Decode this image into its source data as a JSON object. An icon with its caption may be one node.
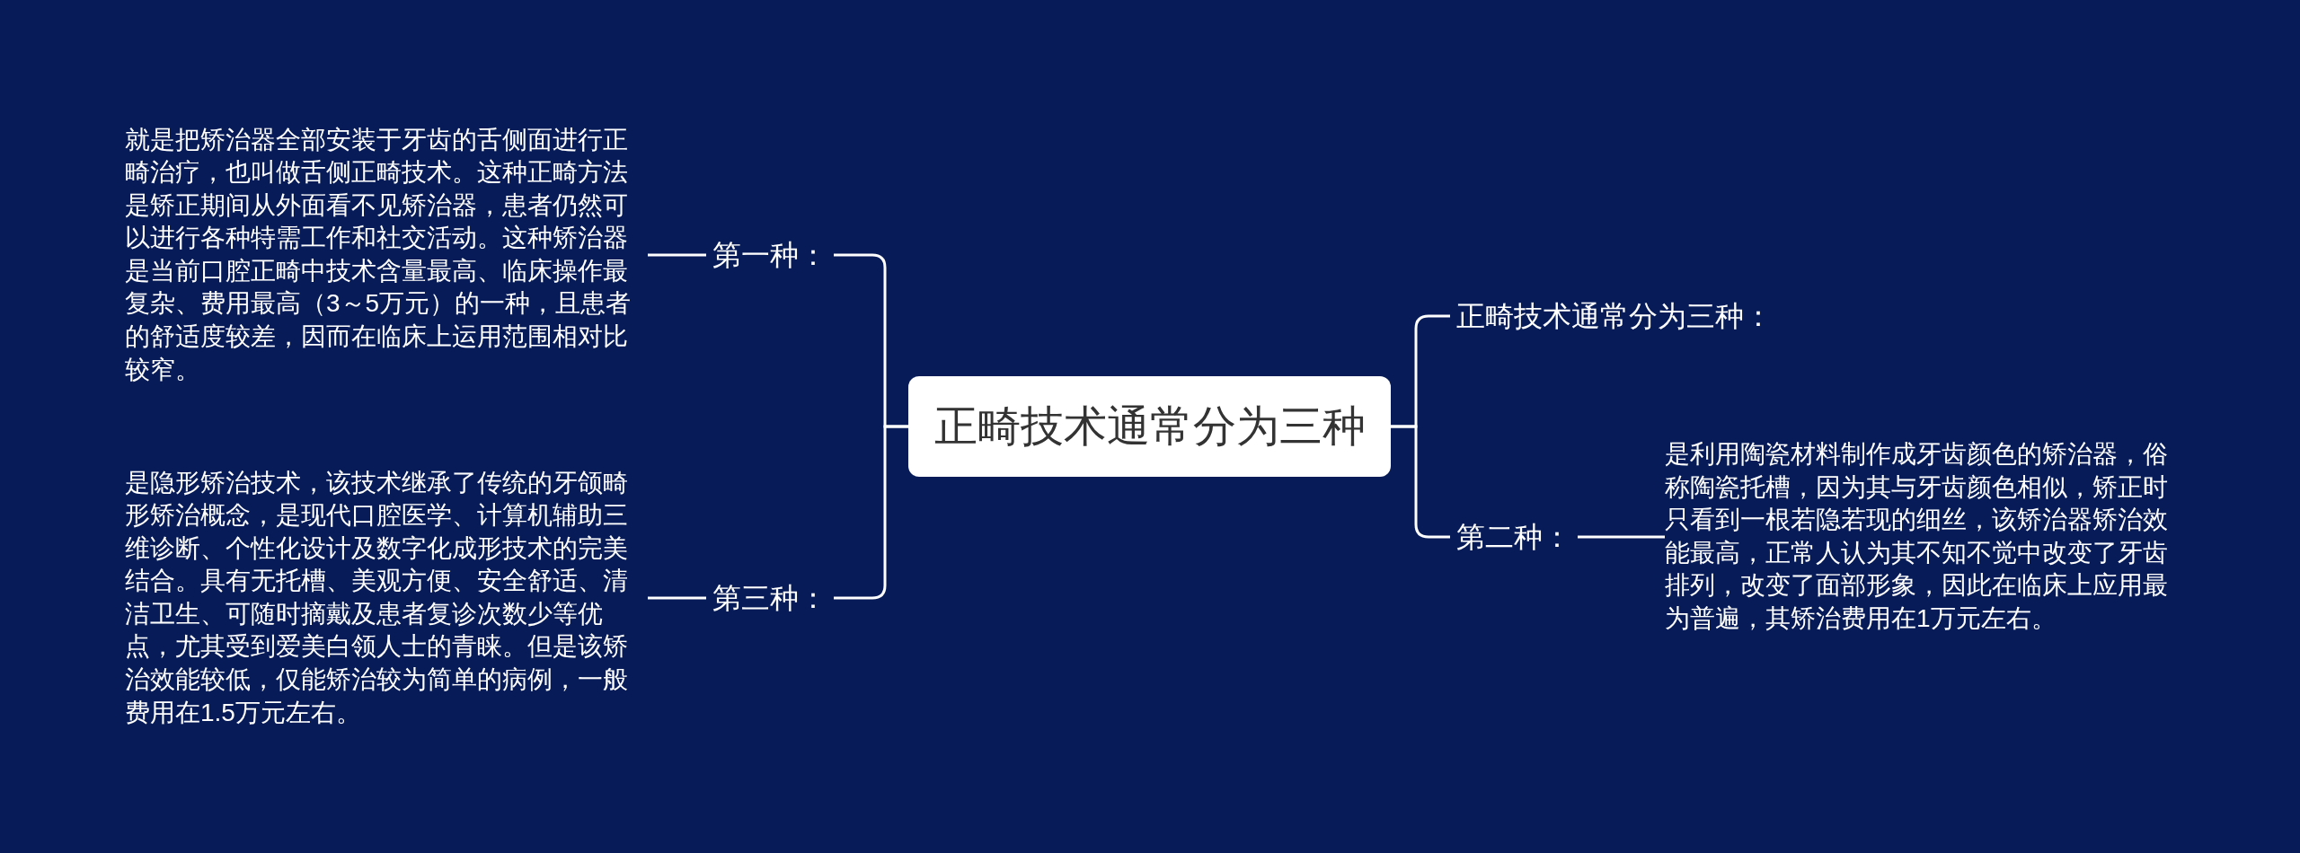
{
  "diagram": {
    "nodes": [
      {
        "text": [
          "正畸技术通常分为三种"
        ]
      },
      {
        "text": [
          "第一种："
        ]
      },
      {
        "text": [
          "就是把矫治器全部安装于牙齿的舌侧面进行正畸治疗，也叫做舌侧正畸技术。这种正畸方法是矫正期间从外面看不见矫治器，患者仍然可以进行各种特需工作和社交活动。这种矫治器是当前口腔正畸中技术含量最高、临床操作最复杂、费用最高（3～5万元）的一种，且患者的舒适度较差，因而在临床上运用范围相对比较窄。"
        ]
      },
      {
        "text": [
          "第三种："
        ]
      },
      {
        "text": [
          "是隐形矫治技术，该技术继承了传统的牙颌畸形矫治概念，是现代口腔医学、计算机辅助三维诊断、个性化设计及数字化成形技术的完美结合。具有无托槽、美观方便、安全舒适、清洁卫生、可随时摘戴及患者复诊次数少等优点，尤其受到爱美白领人士的青睐。但是该矫治效能较低，仅能矫治较为简单的病例，一般费用在1.5万元左右。"
        ]
      },
      {
        "text": [
          "正畸技术通常分为三种："
        ]
      },
      {
        "text": [
          "第二种："
        ]
      },
      {
        "text": [
          "是利用陶瓷材料制作成牙齿颜色的矫治器，俗称陶瓷托槽，因为其与牙齿颜色相似，矫正时只看到一根若隐若现的细丝，该矫治器矫治效能最高，正常人认为其不知不觉中改变了牙齿排列，改变了面部形象，因此在临床上应用最为普遍，其矫治费用在1万元左右。"
        ]
      }
    ],
    "edges": [
      {
        "from": 0,
        "to": 1,
        "arrow": "none"
      },
      {
        "from": 1,
        "to": 2,
        "arrow": "none"
      },
      {
        "from": 0,
        "to": 3,
        "arrow": "none"
      },
      {
        "from": 3,
        "to": 4,
        "arrow": "none"
      },
      {
        "from": 0,
        "to": 5,
        "arrow": "none"
      },
      {
        "from": 0,
        "to": 6,
        "arrow": "none"
      },
      {
        "from": 6,
        "to": 7,
        "arrow": "none"
      }
    ]
  }
}
